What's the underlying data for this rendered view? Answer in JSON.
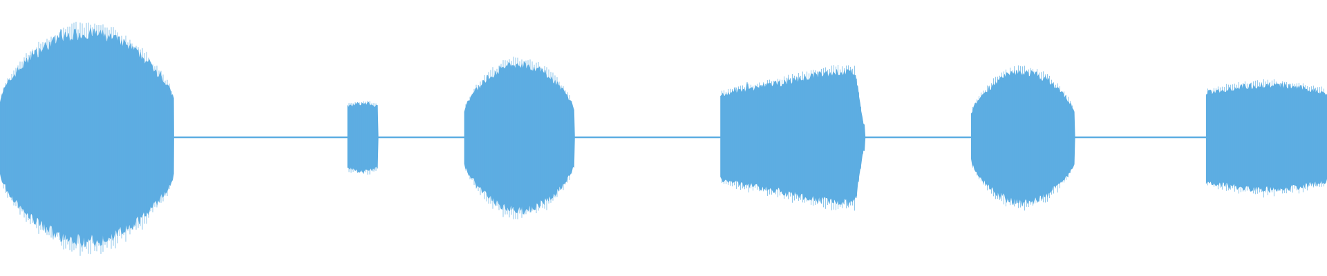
{
  "waveform": {
    "color": "#5dade2",
    "background": "#ffffff",
    "duration_fraction_end": 1.0,
    "silence_amplitude": 0.006,
    "segments": [
      {
        "start": 0.0,
        "end": 0.131,
        "peak": 0.8,
        "shape": "swell",
        "spiky": true
      },
      {
        "start": 0.262,
        "end": 0.285,
        "peak": 0.26,
        "shape": "flat",
        "spiky": false
      },
      {
        "start": 0.35,
        "end": 0.433,
        "peak": 0.56,
        "shape": "swell",
        "spiky": true
      },
      {
        "start": 0.543,
        "end": 0.652,
        "peak": 0.5,
        "shape": "ramp",
        "spiky": true
      },
      {
        "start": 0.732,
        "end": 0.81,
        "peak": 0.5,
        "shape": "swell",
        "spiky": false
      },
      {
        "start": 0.909,
        "end": 1.0,
        "peak": 0.4,
        "shape": "plateau",
        "spiky": false
      }
    ]
  }
}
